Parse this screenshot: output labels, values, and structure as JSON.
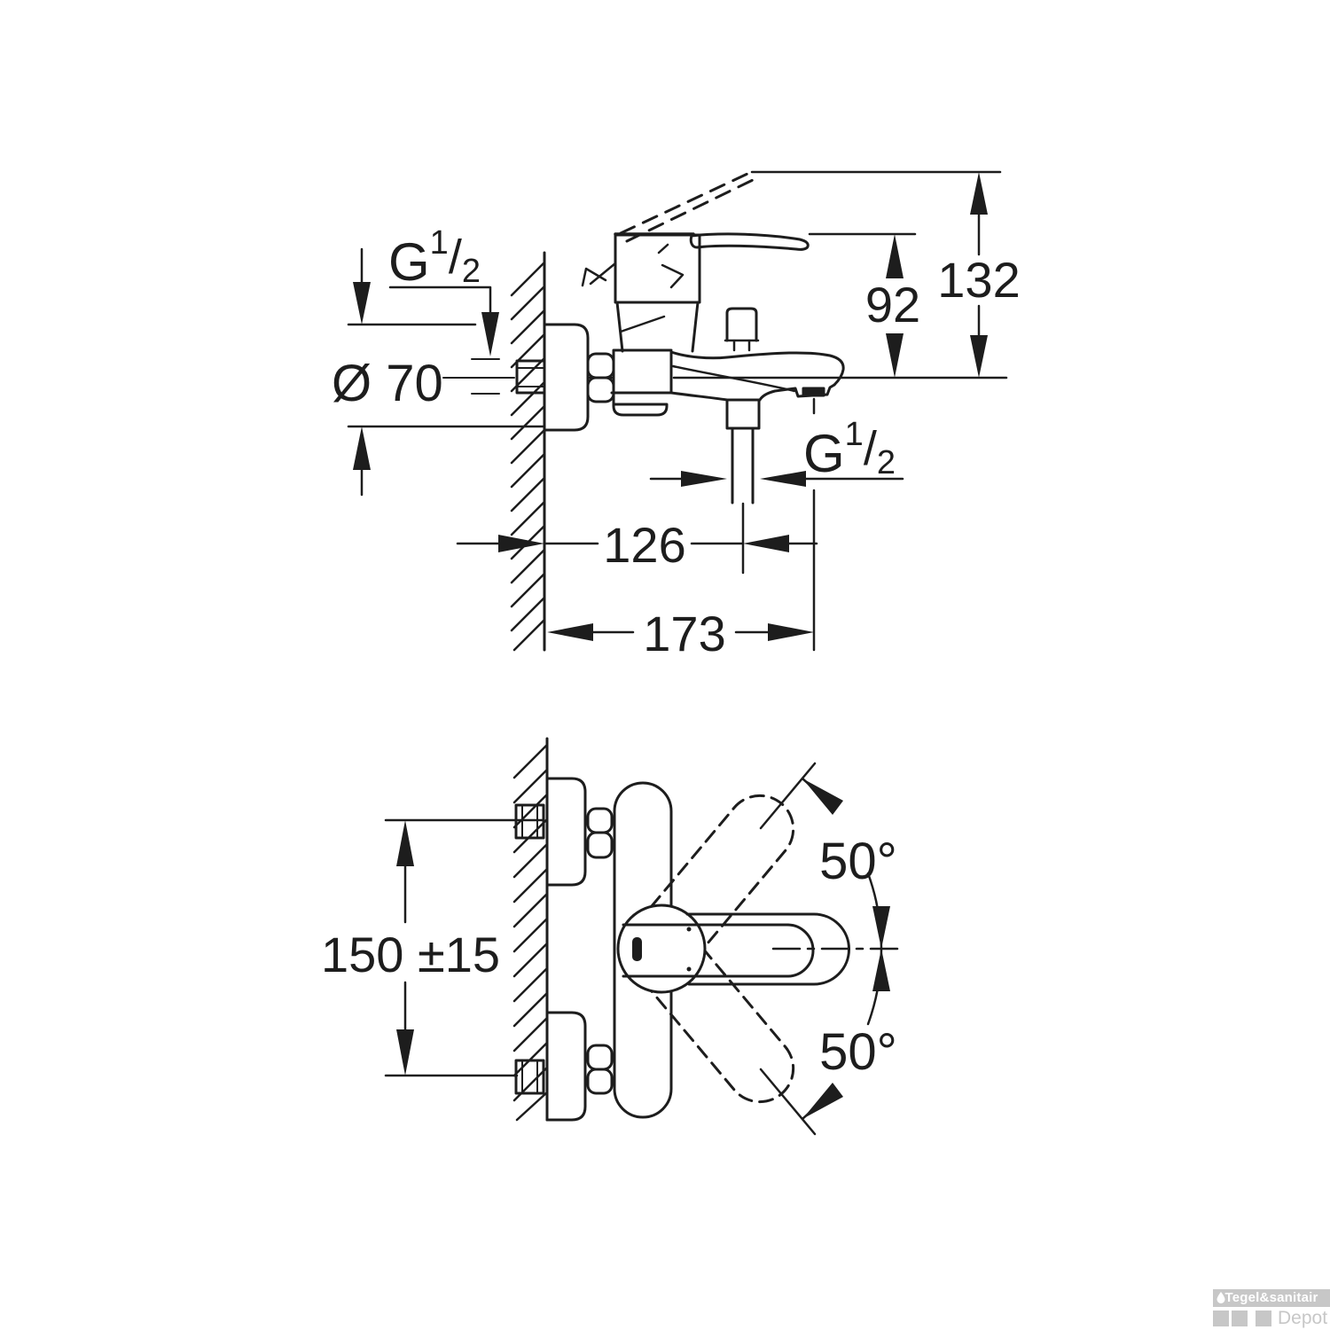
{
  "drawing": {
    "side_view": {
      "supply_thread_label": {
        "base": "G",
        "sup": "1",
        "slash": "/",
        "sub": "2"
      },
      "flange_diameter": "Ø 70",
      "handle_height": "92",
      "handle_raised_height": "132",
      "hose_outlet_offset": "126",
      "spout_reach": "173",
      "hose_thread_label": {
        "base": "G",
        "sup": "1",
        "slash": "/",
        "sub": "2"
      }
    },
    "plan_view": {
      "mounting_centers": "150 ±15",
      "swivel_angle_up": "50°",
      "swivel_angle_down": "50°"
    }
  },
  "watermark": {
    "brand": "Tegel&sanitair",
    "sub_brand": "Depot",
    "droplet_icon": "water-droplet"
  },
  "colors": {
    "line": "#1d1d1d",
    "watermark_gray": "#c7c7c7",
    "background": "#ffffff"
  }
}
